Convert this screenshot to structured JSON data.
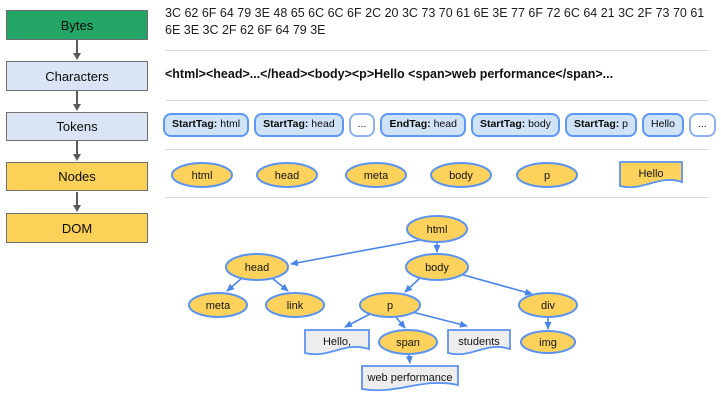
{
  "sidebar": {
    "stages": [
      {
        "label": "Bytes"
      },
      {
        "label": "Characters"
      },
      {
        "label": "Tokens"
      },
      {
        "label": "Nodes"
      },
      {
        "label": "DOM"
      }
    ]
  },
  "bytes_row": {
    "text": "3C 62 6F 64 79 3E 48 65 6C 6C 6F 2C 20 3C 73 70 61 6E 3E 77 6F 72 6C 64 21 3C 2F 73 70 61 6E 3E 3C 2F 62 6F 64 79 3E"
  },
  "characters_row": {
    "text": "<html><head>...</head><body><p>Hello <span>web performance</span>..."
  },
  "tokens_row": {
    "tokens": [
      {
        "bold": "StartTag:",
        "value": " html"
      },
      {
        "bold": "StartTag:",
        "value": " head"
      },
      {
        "value": "..."
      },
      {
        "bold": "EndTag:",
        "value": " head"
      },
      {
        "bold": "StartTag:",
        "value": " body"
      },
      {
        "bold": "StartTag:",
        "value": " p"
      },
      {
        "value": "Hello"
      },
      {
        "value": "..."
      }
    ]
  },
  "nodes_row": {
    "elements": [
      "html",
      "head",
      "meta",
      "body",
      "p"
    ],
    "text_node": "Hello"
  },
  "dom_tree": {
    "elements": {
      "html": "html",
      "head": "head",
      "body": "body",
      "meta": "meta",
      "link": "link",
      "p": "p",
      "div": "div",
      "span": "span",
      "img": "img"
    },
    "text_nodes": {
      "hello": "Hello,",
      "students": "students",
      "web_performance": "web performance"
    }
  },
  "colors": {
    "stage_green": "#22A565",
    "stage_blue": "#DAE4F4",
    "stage_yellow": "#FBD157",
    "token_fill": "#CFE2F6",
    "token_border": "#5E97F6",
    "node_fill": "#FCD25C",
    "node_border": "#5B93F0",
    "text_node_fill": "#EDEDED",
    "tree_edge": "#4A86E8",
    "pipeline_arrow": "#5a5a5a"
  }
}
